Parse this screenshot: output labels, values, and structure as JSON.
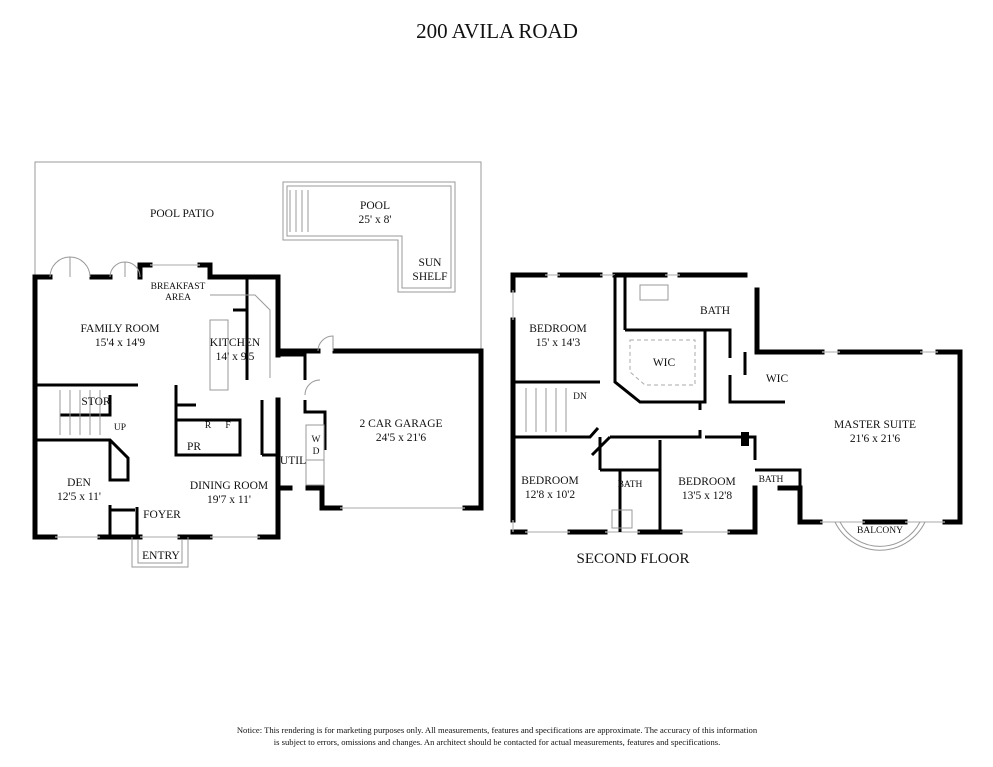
{
  "title": "200 AVILA ROAD",
  "first_floor": {
    "pool_patio": "POOL PATIO",
    "pool": {
      "name": "POOL",
      "size": "25' x 8'"
    },
    "sun_shelf": [
      "SUN",
      "SHELF"
    ],
    "breakfast": [
      "BREAKFAST",
      "AREA"
    ],
    "family_room": {
      "name": "FAMILY ROOM",
      "size": "15'4 x 14'9"
    },
    "kitchen": {
      "name": "KITCHEN",
      "size": "14' x 9'5"
    },
    "stor": "STOR",
    "up": "UP",
    "refrigerator": "R",
    "freezer": "F",
    "powder_room": "PR",
    "garage": {
      "name": "2 CAR GARAGE",
      "size": "24'5 x 21'6"
    },
    "washer": "W",
    "dryer": "D",
    "util": "UTIL",
    "den": {
      "name": "DEN",
      "size": "12'5 x 11'"
    },
    "dining_room": {
      "name": "DINING ROOM",
      "size": "19'7 x 11'"
    },
    "foyer": "FOYER",
    "entry": "ENTRY"
  },
  "second_floor": {
    "label": "SECOND FLOOR",
    "bedroom_nw": {
      "name": "BEDROOM",
      "size": "15' x 14'3"
    },
    "bath_master": "BATH",
    "wic_1": "WIC",
    "wic_2": "WIC",
    "dn": "DN",
    "master_suite": {
      "name": "MASTER SUITE",
      "size": "21'6 x 21'6"
    },
    "bedroom_sw": {
      "name": "BEDROOM",
      "size": "12'8 x 10'2"
    },
    "bath_hall": "BATH",
    "bedroom_s": {
      "name": "BEDROOM",
      "size": "13'5 x 12'8"
    },
    "bath_s": "BATH",
    "balcony": "BALCONY"
  },
  "notice": [
    "Notice: This rendering is for marketing purposes only. All measurements, features and specifications are approximate. The accuracy of this information",
    "is subject to errors, omissions and changes. An architect should be contacted for actual measurements, features and specifications."
  ]
}
